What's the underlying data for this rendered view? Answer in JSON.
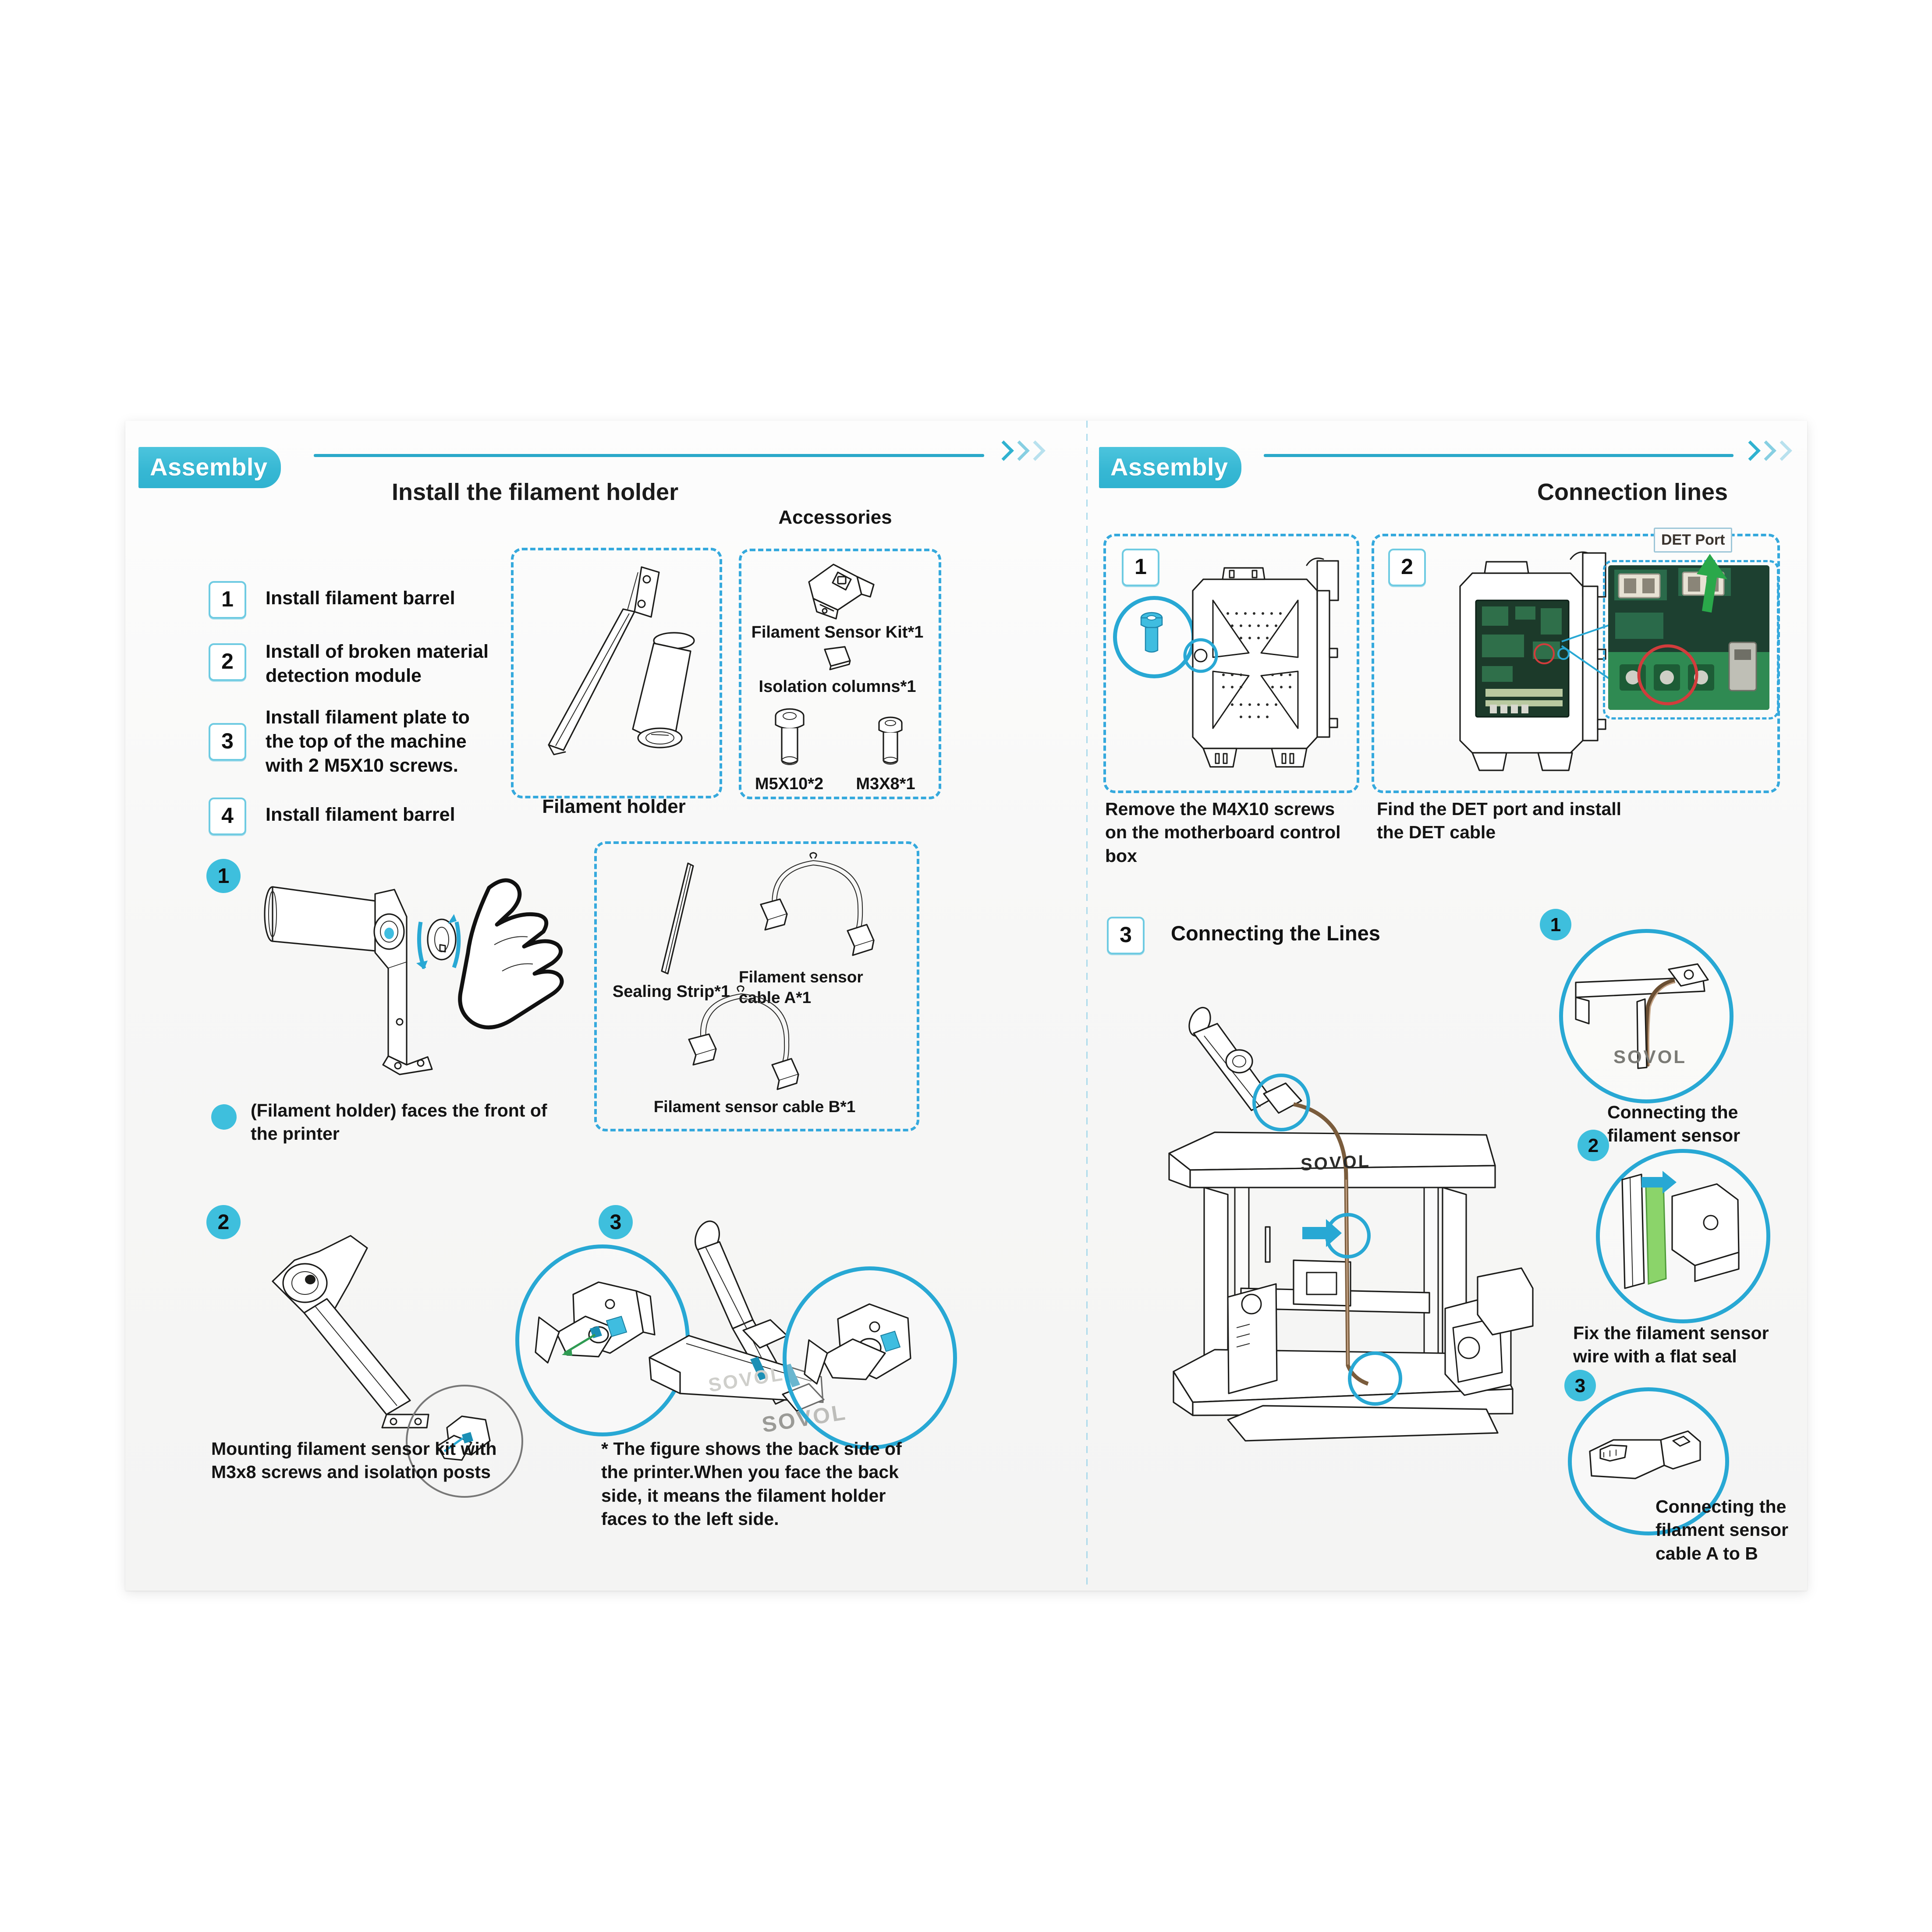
{
  "document": {
    "brand": "SOVOL",
    "accent_color": "#35a9dd",
    "accent_dark": "#2ba9c9",
    "left_page": {
      "header": {
        "tab_label": "Assembly",
        "section_title": "Install the filament holder"
      },
      "steps": [
        {
          "number": "1",
          "text": "Install filament barrel"
        },
        {
          "number": "2",
          "text": "Install of broken material detection module"
        },
        {
          "number": "3",
          "text": "Install filament plate to the top of the machine with 2 M5X10 screws."
        },
        {
          "number": "4",
          "text": "Install filament barrel"
        }
      ],
      "parts_box": {
        "label": "Filament holder"
      },
      "accessories": {
        "title": "Accessories",
        "items": [
          {
            "label": "Filament Sensor Kit*1"
          },
          {
            "label": "Isolation columns*1"
          },
          {
            "label": "M5X10*2"
          },
          {
            "label": "M3X8*1"
          }
        ]
      },
      "cables_box": {
        "items": [
          {
            "label": "Sealing Strip*1"
          },
          {
            "label": "Filament sensor cable A*1"
          },
          {
            "label": "Filament sensor cable B*1"
          }
        ]
      },
      "figures": [
        {
          "number": "1",
          "caption": "(Filament holder) faces the front of the printer"
        },
        {
          "number": "2",
          "caption": "Mounting filament sensor kit with M3x8 screws and isolation posts"
        },
        {
          "number": "3",
          "caption": "* The figure shows the back side of the printer.When you face the back side, it means the filament holder faces to the left side."
        }
      ]
    },
    "right_page": {
      "header": {
        "tab_label": "Assembly",
        "section_title": "Connection lines"
      },
      "top_figures": [
        {
          "number": "1",
          "caption": "Remove the M4X10 screws on the motherboard control box"
        },
        {
          "number": "2",
          "caption": "Find the DET port and install the DET cable",
          "port_label": "DET Port"
        }
      ],
      "connect_step": {
        "number": "3",
        "title": "Connecting the Lines"
      },
      "callouts": [
        {
          "number": "1",
          "caption": "Connecting the filament sensor",
          "logo": "SOVOL"
        },
        {
          "number": "2",
          "caption": "Fix the filament sensor wire with a flat seal"
        },
        {
          "number": "3",
          "caption": "Connecting the filament sensor cable A to B"
        }
      ],
      "printer_logo": "SOVOL"
    }
  }
}
